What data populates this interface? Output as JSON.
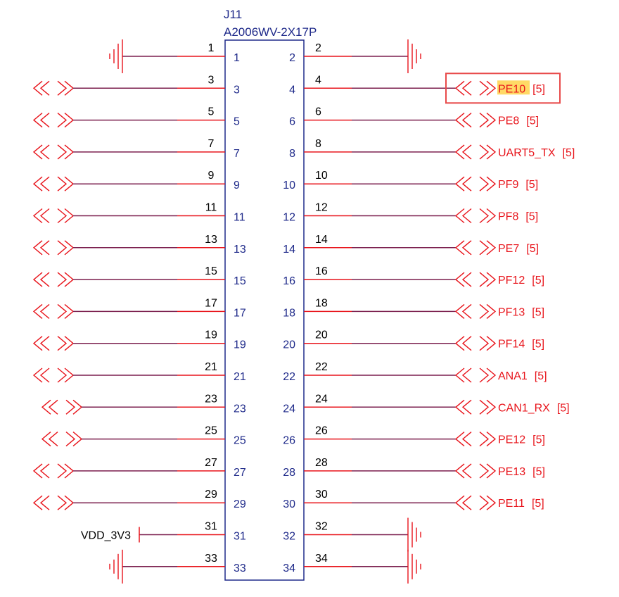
{
  "component": {
    "designator": "J11",
    "part_number": "A2006WV-2X17P"
  },
  "colors": {
    "body_outline": "#1f2a8a",
    "pin_stub": "#e8141b",
    "wire": "#7b1f4e",
    "net_label": "#e8141b",
    "highlight_box": "#e84a4a",
    "highlight_fill": "#ffd966"
  },
  "left_pins": [
    {
      "number": "1",
      "net": "",
      "connection": "ground"
    },
    {
      "number": "3",
      "net": "",
      "connection": "port"
    },
    {
      "number": "5",
      "net": "",
      "connection": "port"
    },
    {
      "number": "7",
      "net": "",
      "connection": "port"
    },
    {
      "number": "9",
      "net": "",
      "connection": "port"
    },
    {
      "number": "11",
      "net": "",
      "connection": "port"
    },
    {
      "number": "13",
      "net": "",
      "connection": "port"
    },
    {
      "number": "15",
      "net": "",
      "connection": "port"
    },
    {
      "number": "17",
      "net": "",
      "connection": "port"
    },
    {
      "number": "19",
      "net": "",
      "connection": "port"
    },
    {
      "number": "21",
      "net": "",
      "connection": "port"
    },
    {
      "number": "23",
      "net": "",
      "connection": "port"
    },
    {
      "number": "25",
      "net": "",
      "connection": "port"
    },
    {
      "number": "27",
      "net": "",
      "connection": "port"
    },
    {
      "number": "29",
      "net": "",
      "connection": "port"
    },
    {
      "number": "31",
      "net": "VDD_3V3",
      "connection": "power"
    },
    {
      "number": "33",
      "net": "",
      "connection": "ground"
    }
  ],
  "right_pins": [
    {
      "number": "2",
      "net": "",
      "ref": "",
      "connection": "ground"
    },
    {
      "number": "4",
      "net": "PE10",
      "ref": "[5]",
      "connection": "port",
      "highlighted": true
    },
    {
      "number": "6",
      "net": "PE8",
      "ref": "[5]",
      "connection": "port"
    },
    {
      "number": "8",
      "net": "UART5_TX",
      "ref": "[5]",
      "connection": "port"
    },
    {
      "number": "10",
      "net": "PF9",
      "ref": "[5]",
      "connection": "port"
    },
    {
      "number": "12",
      "net": "PF8",
      "ref": "[5]",
      "connection": "port"
    },
    {
      "number": "14",
      "net": "PE7",
      "ref": "[5]",
      "connection": "port"
    },
    {
      "number": "16",
      "net": "PF12",
      "ref": "[5]",
      "connection": "port"
    },
    {
      "number": "18",
      "net": "PF13",
      "ref": "[5]",
      "connection": "port"
    },
    {
      "number": "20",
      "net": "PF14",
      "ref": "[5]",
      "connection": "port"
    },
    {
      "number": "22",
      "net": "ANA1",
      "ref": "[5]",
      "connection": "port"
    },
    {
      "number": "24",
      "net": "CAN1_RX",
      "ref": "[5]",
      "connection": "port"
    },
    {
      "number": "26",
      "net": "PE12",
      "ref": "[5]",
      "connection": "port"
    },
    {
      "number": "28",
      "net": "PE13",
      "ref": "[5]",
      "connection": "port"
    },
    {
      "number": "30",
      "net": "PE11",
      "ref": "[5]",
      "connection": "port"
    },
    {
      "number": "32",
      "net": "",
      "ref": "",
      "connection": "ground"
    },
    {
      "number": "34",
      "net": "",
      "ref": "",
      "connection": "ground"
    }
  ]
}
